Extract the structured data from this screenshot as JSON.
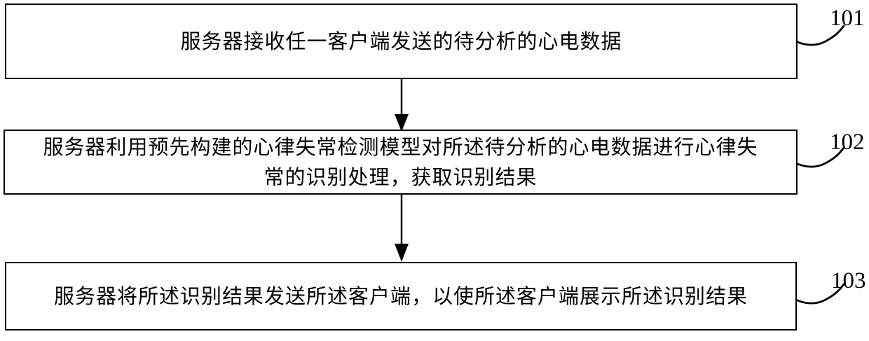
{
  "figure": {
    "background_color": "#ffffff",
    "line_color": "#000000",
    "type": "flowchart",
    "steps": [
      {
        "ref": "101",
        "text": "服务器接收任一客户端发送的待分析的心电数据"
      },
      {
        "ref": "102",
        "text": "服务器利用预先构建的心律失常检测模型对所述待分析的心电数据进行心律失常的识别处理，获取识别结果"
      },
      {
        "ref": "103",
        "text": "服务器将所述识别结果发送所述客户端，以使所述客户端展示所述识别结果"
      }
    ]
  }
}
